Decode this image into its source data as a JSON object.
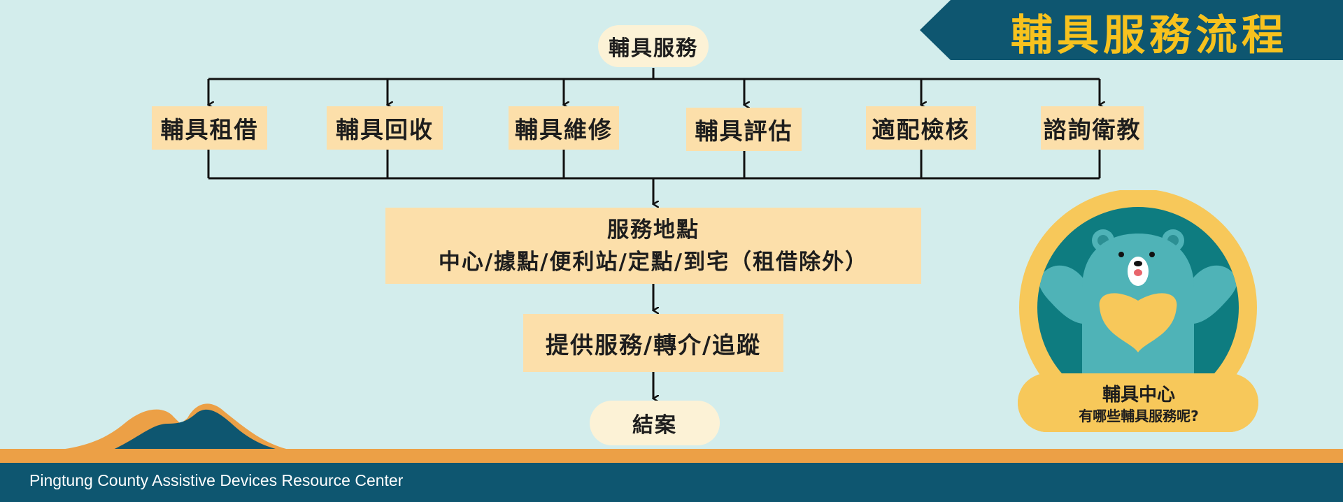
{
  "title": "輔具服務流程",
  "flow": {
    "root": "輔具服務",
    "services": [
      "輔具租借",
      "輔具回收",
      "輔具維修",
      "輔具評估",
      "適配檢核",
      "諮詢衛教"
    ],
    "location_title": "服務地點",
    "location_detail": "中心/據點/便利站/定點/到宅（租借除外）",
    "provide": "提供服務/轉介/追蹤",
    "end": "結案"
  },
  "mascot": {
    "line1": "輔具中心",
    "line2": "有哪些輔具服務呢?"
  },
  "footer": "Pingtung County Assistive Devices Resource Center",
  "colors": {
    "background": "#d3edec",
    "navy": "#0e5670",
    "title_text": "#f7c21e",
    "box": "#fcdfaa",
    "pill": "#fcf2d6",
    "orange": "#eca046",
    "bear_teal": "#4fb3b7",
    "circle_yellow": "#f7c85a"
  }
}
